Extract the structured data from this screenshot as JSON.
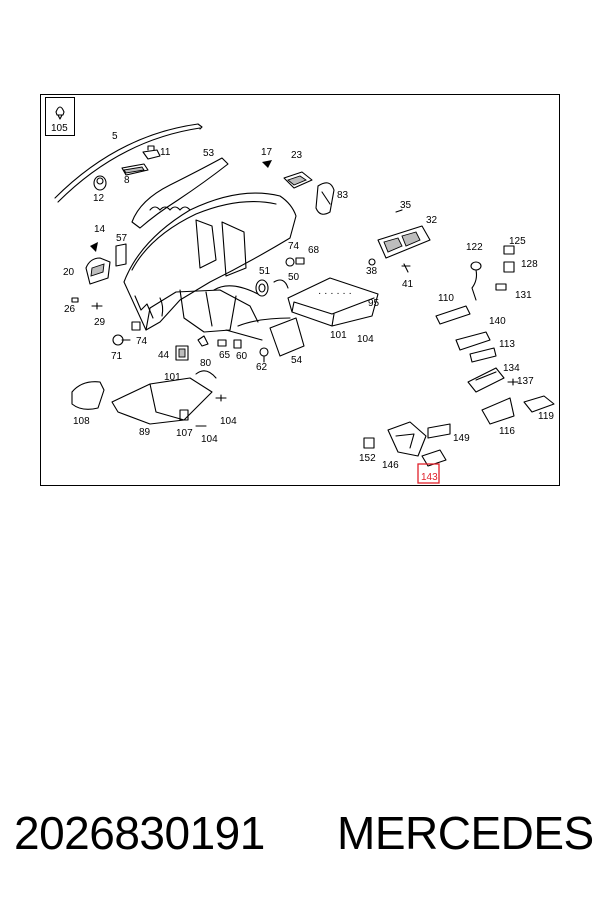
{
  "caption": {
    "part_number": "2026830191",
    "brand": "MERCEDES"
  },
  "legend_box": {
    "label": "105"
  },
  "highlight": {
    "label": "143",
    "color": "#e0202a"
  },
  "callouts": [
    "5",
    "11",
    "53",
    "17",
    "23",
    "8",
    "12",
    "83",
    "35",
    "32",
    "14",
    "57",
    "122",
    "125",
    "74",
    "68",
    "20",
    "128",
    "38",
    "51",
    "50",
    "41",
    "131",
    "26",
    "95",
    "110",
    "29",
    "140",
    "101",
    "104",
    "74",
    "113",
    "71",
    "44",
    "80",
    "65",
    "60",
    "62",
    "54",
    "134",
    "101",
    "137",
    "108",
    "89",
    "107",
    "104",
    "104",
    "116",
    "119",
    "149",
    "152",
    "146",
    "143"
  ]
}
